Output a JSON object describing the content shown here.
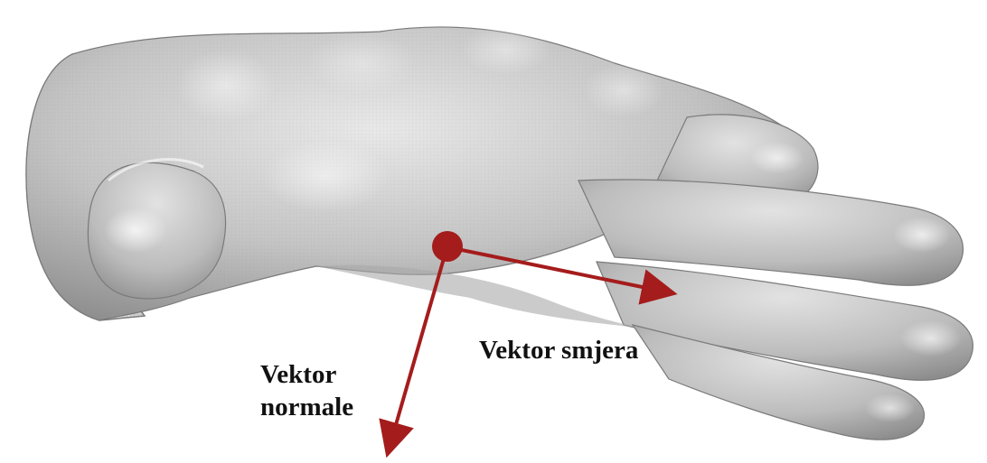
{
  "figure": {
    "labels": {
      "direction_vector": "Vektor smjera",
      "normal_vector_line1": "Vektor",
      "normal_vector_line2": "normale"
    },
    "colors": {
      "vector": "#a51c1c",
      "mesh": "#b9b9b9",
      "background": "#ffffff"
    }
  }
}
